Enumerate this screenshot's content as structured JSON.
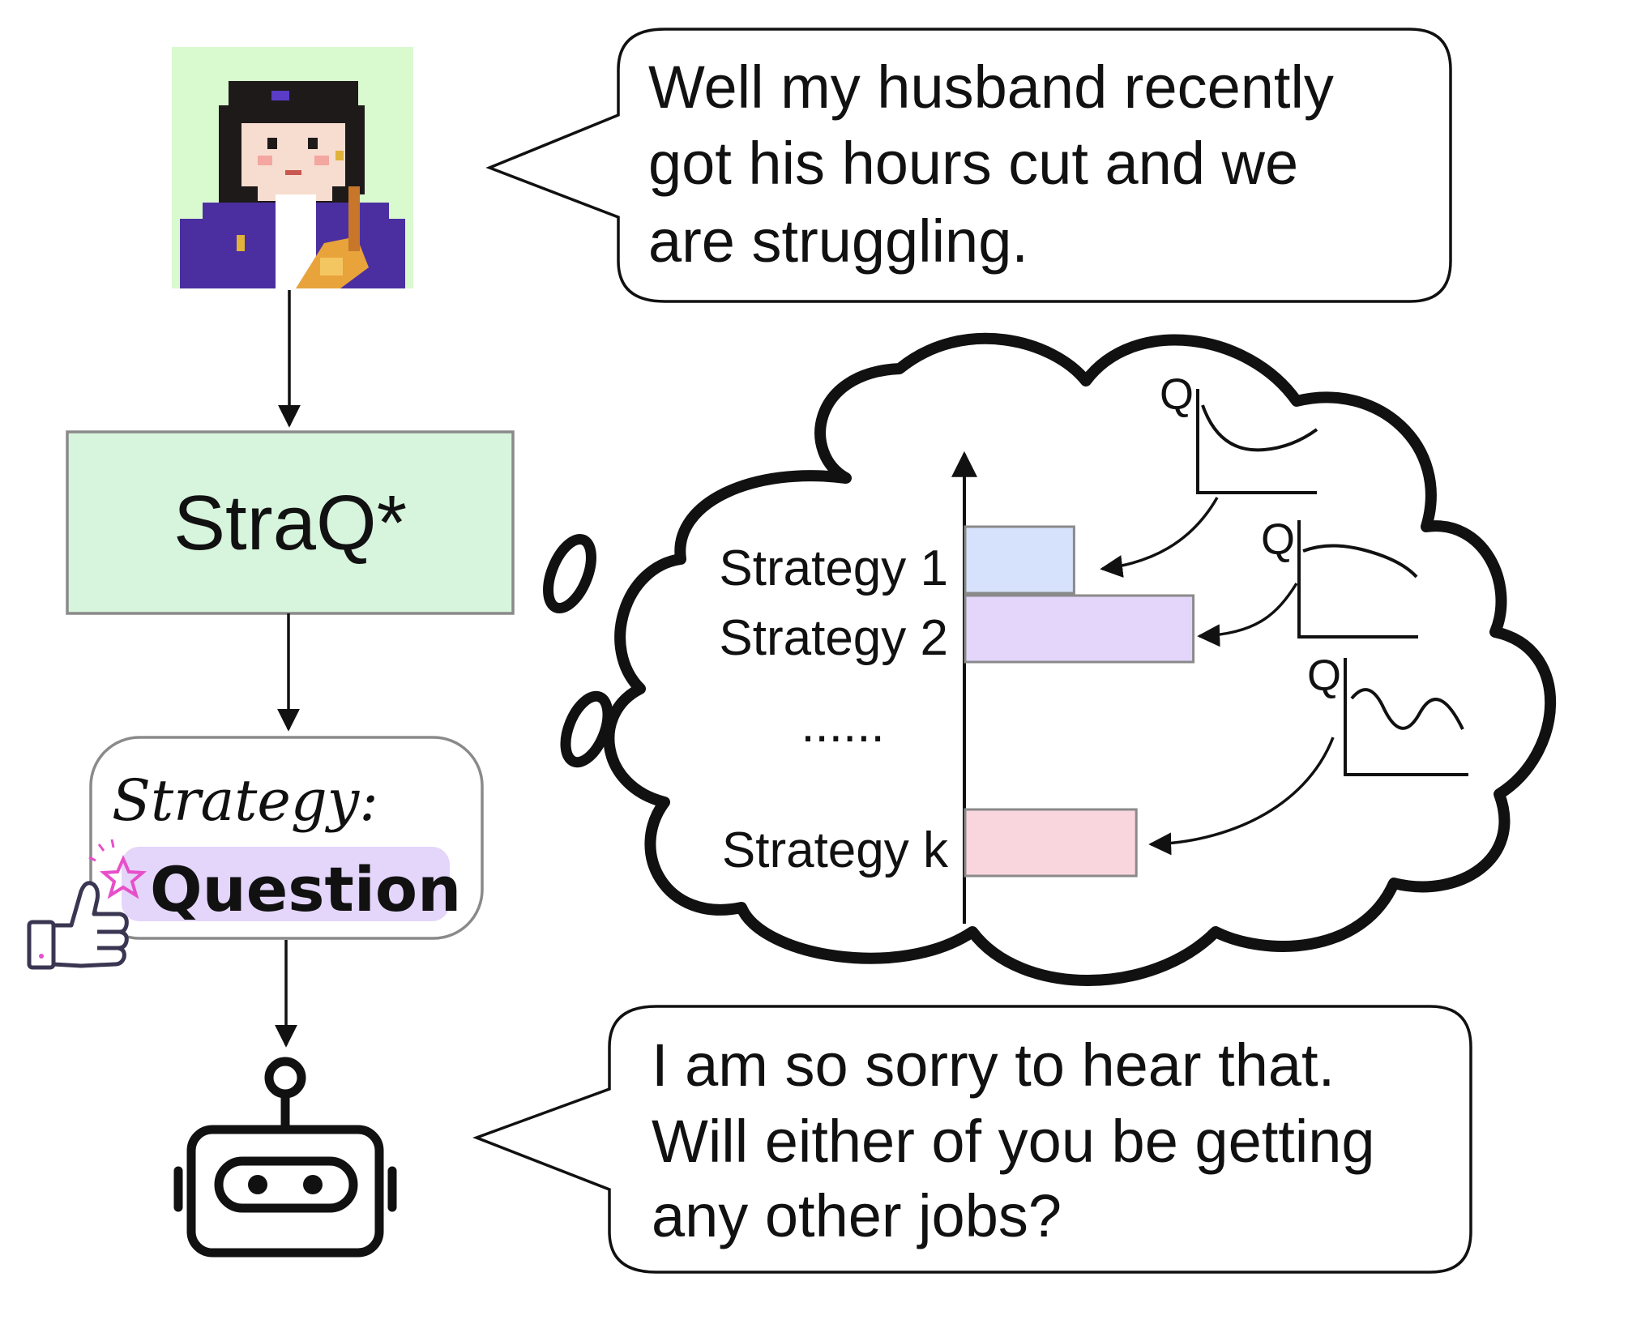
{
  "user": {
    "utterance_lines": [
      "Well my husband recently",
      "got his hours cut and we",
      "are struggling."
    ]
  },
  "model": {
    "name": "StraQ*"
  },
  "selected": {
    "label": "Strategy:",
    "value": "Question"
  },
  "thought": {
    "strategies": [
      "Strategy 1",
      "Strategy 2",
      "Strategy k"
    ],
    "ellipsis": "......",
    "q_label": "Q",
    "q_values": [
      0.42,
      0.88,
      0.66
    ],
    "bar_colors": [
      "#d6e2fb",
      "#e4d5fb",
      "#f9d6de"
    ]
  },
  "bot": {
    "reply_lines": [
      "I am so sorry to hear that.",
      "Will either of you be getting",
      "any other jobs?"
    ]
  },
  "colors": {
    "model_box": "#d7f4dc",
    "highlight": "#e4d5fb",
    "avatar_bg": "#d9f9cf",
    "jacket": "#4b2fa0"
  }
}
